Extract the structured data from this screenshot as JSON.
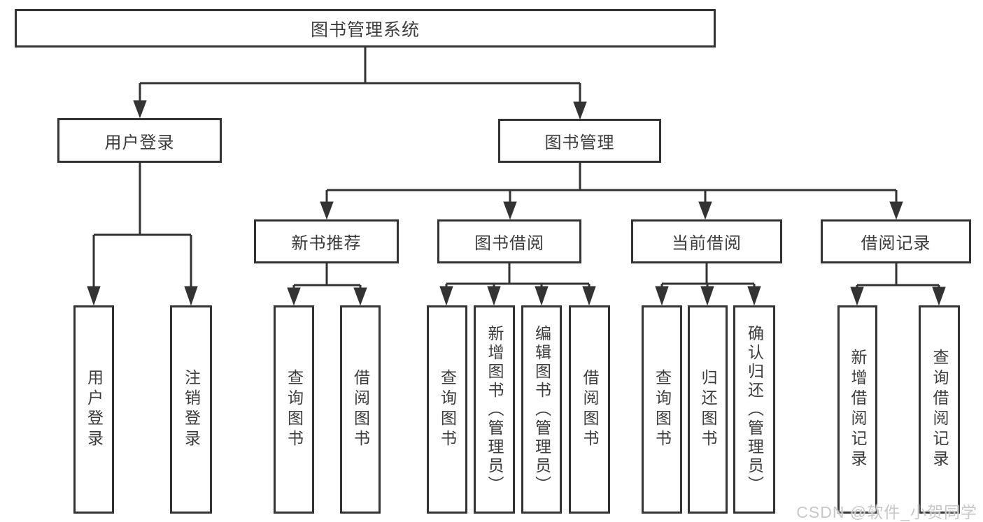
{
  "diagram": {
    "type": "tree",
    "root": {
      "label": "图书管理系统",
      "children": [
        {
          "label": "用户登录",
          "children": [
            {
              "label": "用户登录"
            },
            {
              "label": "注销登录"
            }
          ]
        },
        {
          "label": "图书管理",
          "children": [
            {
              "label": "新书推荐",
              "children": [
                {
                  "label": "查询图书"
                },
                {
                  "label": "借阅图书"
                }
              ]
            },
            {
              "label": "图书借阅",
              "children": [
                {
                  "label": "查询图书"
                },
                {
                  "label": "新增图书（管理员）"
                },
                {
                  "label": "编辑图书（管理员）"
                },
                {
                  "label": "借阅图书"
                }
              ]
            },
            {
              "label": "当前借阅",
              "children": [
                {
                  "label": "查询图书"
                },
                {
                  "label": "归还图书"
                },
                {
                  "label": "确认归还（管理员）"
                }
              ]
            },
            {
              "label": "借阅记录",
              "children": [
                {
                  "label": "新增借阅记录"
                },
                {
                  "label": "查询借阅记录"
                }
              ]
            }
          ]
        }
      ]
    }
  },
  "watermark": {
    "text": "CSDN @软件_小贺同学"
  },
  "colors": {
    "line": "#333333",
    "text": "#3c3c3c",
    "background": "#ffffff",
    "watermark": "#c8c8c8"
  }
}
